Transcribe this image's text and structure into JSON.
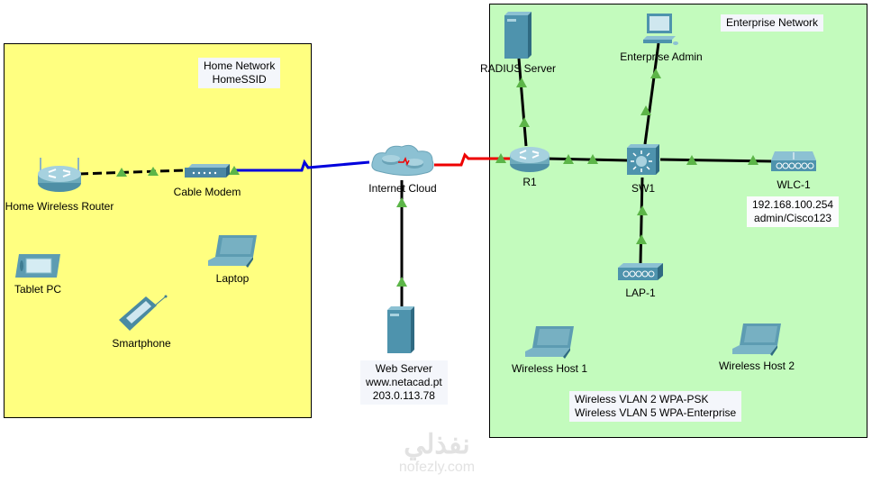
{
  "zones": {
    "home": {
      "note_line1": "Home Network",
      "note_line2": "HomeSSID",
      "color": "#ffff80"
    },
    "enterprise": {
      "note": "Enterprise Network",
      "color": "#c3fbbd"
    }
  },
  "devices": {
    "home_router": {
      "label": "Home Wireless Router",
      "icon": "wireless-router-icon"
    },
    "cable_modem": {
      "label": "Cable Modem",
      "icon": "cable-modem-icon"
    },
    "tablet": {
      "label": "Tablet PC",
      "icon": "tablet-icon"
    },
    "laptop": {
      "label": "Laptop",
      "icon": "laptop-icon"
    },
    "smartphone": {
      "label": "Smartphone",
      "icon": "smartphone-icon"
    },
    "internet_cloud": {
      "label": "Internet Cloud",
      "icon": "cloud-icon"
    },
    "web_server": {
      "label_line1": "Web Server",
      "label_line2": "www.netacad.pt",
      "label_line3": "203.0.113.78",
      "icon": "server-icon"
    },
    "radius_server": {
      "label": "RADIUS Server",
      "icon": "server-icon"
    },
    "enterprise_admin": {
      "label": "Enterprise Admin",
      "icon": "pc-icon"
    },
    "r1": {
      "label": "R1",
      "icon": "router-icon"
    },
    "sw1": {
      "label": "SW1",
      "icon": "switch-icon"
    },
    "wlc1": {
      "label": "WLC-1",
      "info_line1": "192.168.100.254",
      "info_line2": "admin/Cisco123",
      "icon": "wlc-icon"
    },
    "lap1": {
      "label": "LAP-1",
      "icon": "access-point-icon"
    },
    "wireless_host1": {
      "label": "Wireless Host 1",
      "icon": "laptop-icon"
    },
    "wireless_host2": {
      "label": "Wireless Host 2",
      "icon": "laptop-icon"
    }
  },
  "notes": {
    "vlan_line1": "Wireless VLAN 2 WPA-PSK",
    "vlan_line2": "Wireless VLAN 5 WPA-Enterprise"
  },
  "links": [
    {
      "from": "Home Wireless Router",
      "to": "Cable Modem",
      "type": "copper-crossover",
      "color": "#000000"
    },
    {
      "from": "Cable Modem",
      "to": "Internet Cloud",
      "type": "coaxial",
      "color": "#0000dd"
    },
    {
      "from": "Internet Cloud",
      "to": "R1",
      "type": "serial",
      "color": "#ee0000"
    },
    {
      "from": "Web Server",
      "to": "Internet Cloud",
      "type": "copper-straight",
      "color": "#000000"
    },
    {
      "from": "R1",
      "to": "RADIUS Server",
      "type": "copper-straight",
      "color": "#000000"
    },
    {
      "from": "R1",
      "to": "SW1",
      "type": "copper-straight",
      "color": "#000000"
    },
    {
      "from": "SW1",
      "to": "Enterprise Admin",
      "type": "copper-straight",
      "color": "#000000"
    },
    {
      "from": "SW1",
      "to": "WLC-1",
      "type": "copper-straight",
      "color": "#000000"
    },
    {
      "from": "SW1",
      "to": "LAP-1",
      "type": "copper-straight",
      "color": "#000000"
    }
  ],
  "link_status_color": "#5cb548",
  "watermark": {
    "arabic": "نفذلي",
    "latin": "nofezly.com"
  }
}
